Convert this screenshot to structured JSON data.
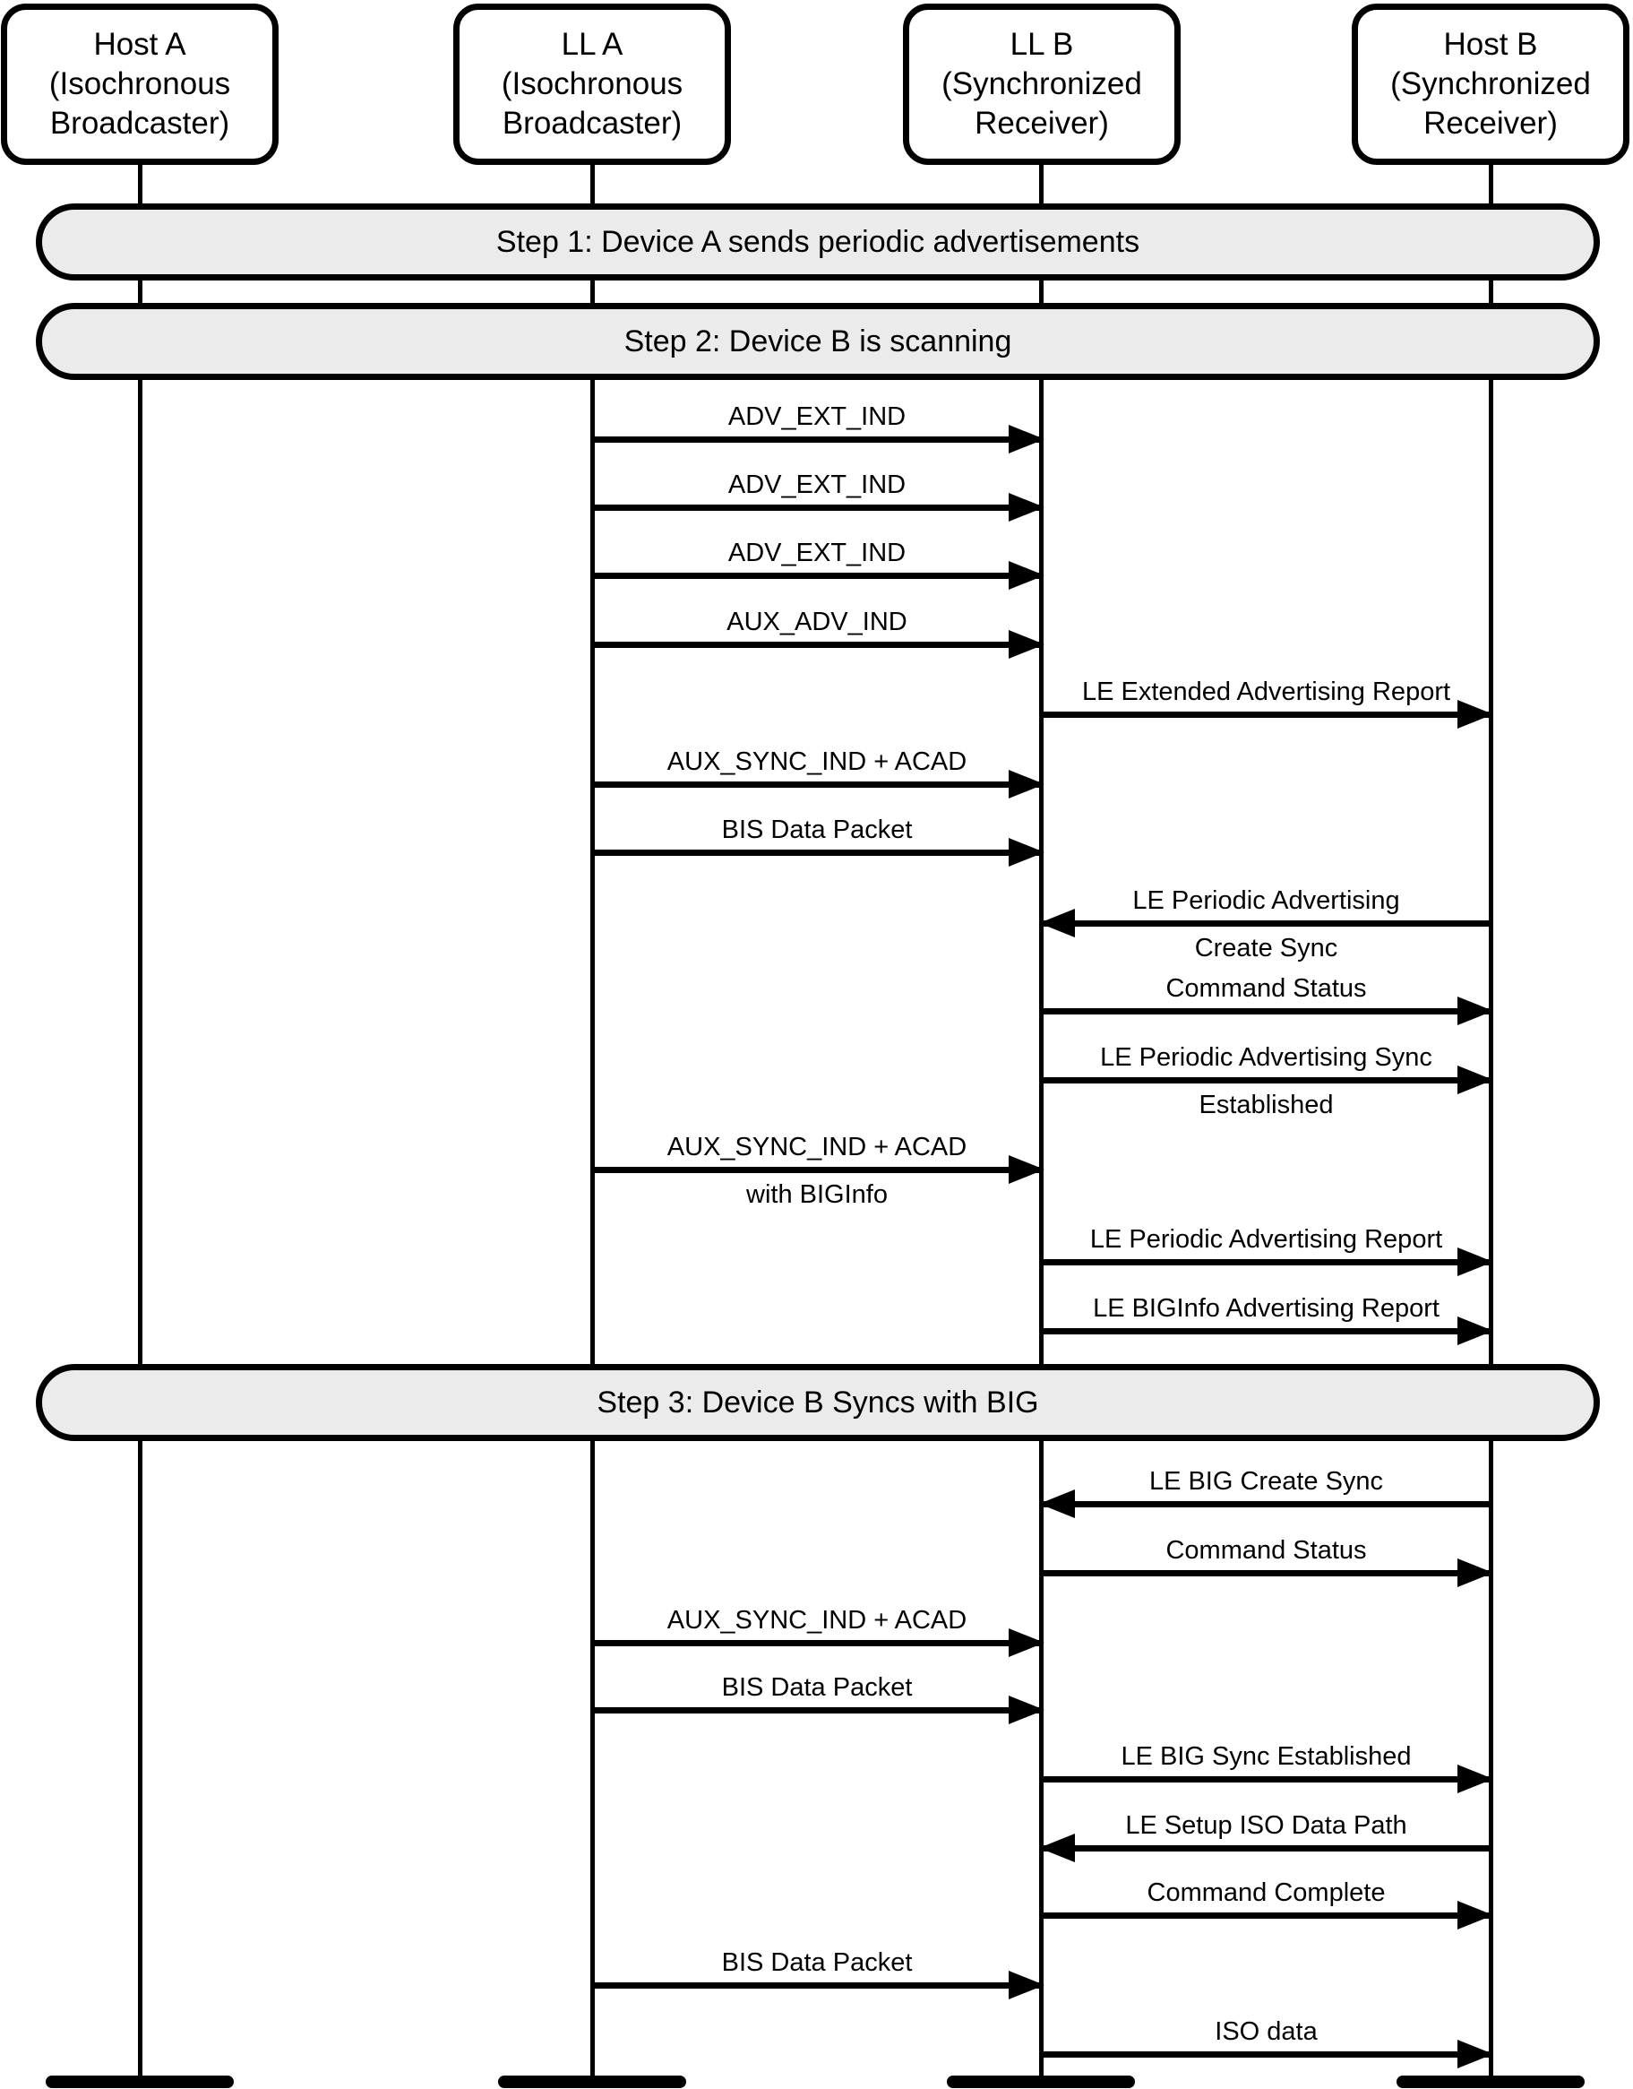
{
  "diagram_type": "sequence",
  "colors": {
    "background": "#ffffff",
    "line": "#000000",
    "banner_fill": "#ebebeb"
  },
  "actors": [
    {
      "id": "host-a",
      "lines": [
        "Host A",
        "(Isochronous",
        "Broadcaster)"
      ]
    },
    {
      "id": "ll-a",
      "lines": [
        "LL A",
        "(Isochronous",
        "Broadcaster)"
      ]
    },
    {
      "id": "ll-b",
      "lines": [
        "LL B",
        "(Synchronized",
        "Receiver)"
      ]
    },
    {
      "id": "host-b",
      "lines": [
        "Host B",
        "(Synchronized",
        "Receiver)"
      ]
    }
  ],
  "banners": [
    {
      "label": "Step 1:  Device A sends periodic advertisements"
    },
    {
      "label": "Step 2:  Device B is scanning"
    },
    {
      "label": "Step 3:  Device B Syncs with BIG"
    }
  ],
  "messages": [
    {
      "label": "ADV_EXT_IND",
      "from": "LL A",
      "to": "LL B"
    },
    {
      "label": "ADV_EXT_IND",
      "from": "LL A",
      "to": "LL B"
    },
    {
      "label": "ADV_EXT_IND",
      "from": "LL A",
      "to": "LL B"
    },
    {
      "label": "AUX_ADV_IND",
      "from": "LL A",
      "to": "LL B"
    },
    {
      "label": "LE Extended Advertising Report",
      "from": "LL B",
      "to": "Host B"
    },
    {
      "label": "AUX_SYNC_IND + ACAD",
      "from": "LL A",
      "to": "LL B"
    },
    {
      "label": "BIS Data Packet",
      "from": "LL A",
      "to": "LL B"
    },
    {
      "label": "LE Periodic Advertising",
      "label2": "Create Sync",
      "from": "Host B",
      "to": "LL B"
    },
    {
      "label": "Command Status",
      "from": "LL B",
      "to": "Host B"
    },
    {
      "label": "LE Periodic Advertising Sync",
      "label2": "Established",
      "from": "LL B",
      "to": "Host B"
    },
    {
      "label": "AUX_SYNC_IND + ACAD",
      "label2": "with BIGInfo",
      "from": "LL A",
      "to": "LL B"
    },
    {
      "label": "LE Periodic Advertising Report",
      "from": "LL B",
      "to": "Host B"
    },
    {
      "label": "LE BIGInfo Advertising Report",
      "from": "LL B",
      "to": "Host B"
    },
    {
      "label": "LE BIG Create Sync",
      "from": "Host B",
      "to": "LL B"
    },
    {
      "label": "Command Status",
      "from": "LL B",
      "to": "Host B"
    },
    {
      "label": "AUX_SYNC_IND + ACAD",
      "from": "LL A",
      "to": "LL B"
    },
    {
      "label": "BIS Data Packet",
      "from": "LL A",
      "to": "LL B"
    },
    {
      "label": "LE BIG Sync Established",
      "from": "LL B",
      "to": "Host B"
    },
    {
      "label": "LE Setup ISO Data Path",
      "from": "Host B",
      "to": "LL B"
    },
    {
      "label": "Command Complete",
      "from": "LL B",
      "to": "Host B"
    },
    {
      "label": "BIS Data Packet",
      "from": "LL A",
      "to": "LL B"
    },
    {
      "label": "ISO data",
      "from": "LL B",
      "to": "Host B"
    }
  ]
}
